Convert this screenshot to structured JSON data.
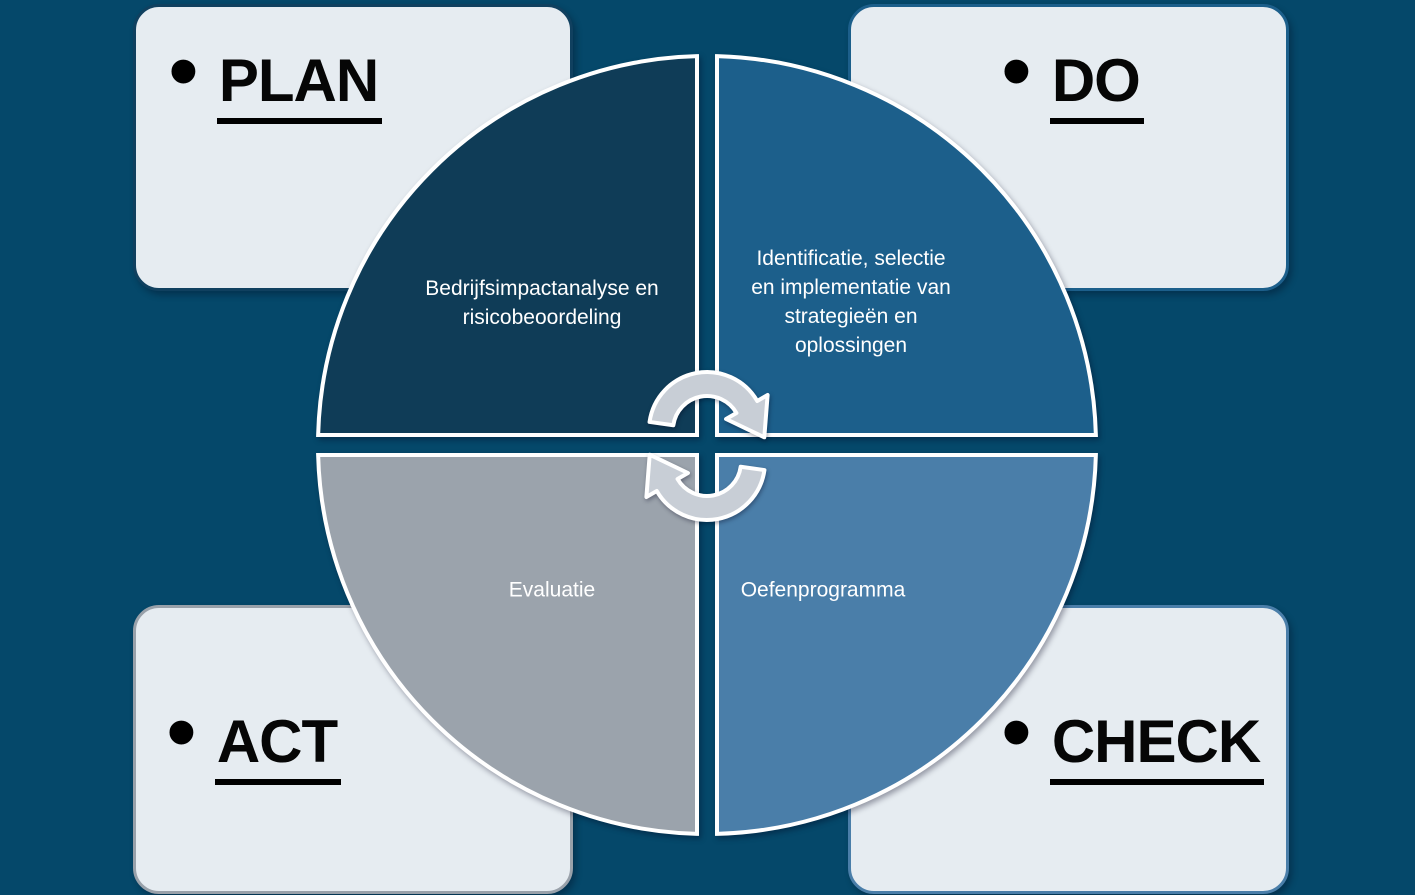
{
  "colors": {
    "background": "#05486A",
    "card_fill": "#E6ECF1",
    "card_text": "#000000",
    "quadrant_outline": "#FFFFFF",
    "quadrant_text": "#FFFFFF",
    "arrow_fill": "#C8CED6",
    "arrow_outline": "#FFFFFF"
  },
  "corner_cards": {
    "plan": {
      "bullet": "•",
      "label": "PLAN",
      "border_color": "#10405F"
    },
    "do": {
      "bullet": "•",
      "label": "DO",
      "border_color": "#1C5F8B"
    },
    "check": {
      "bullet": "•",
      "label": "CHECK",
      "border_color": "#4A7EA9"
    },
    "act": {
      "bullet": "•",
      "label": "ACT",
      "border_color": "#99A1AA"
    }
  },
  "cycle": {
    "arrows": {
      "direction": "clockwise",
      "fill": "#C8CED6"
    },
    "quadrants": {
      "top_left": {
        "label": "Bedrijfsimpactanalyse en risicobeoordeling",
        "color": "#0F3C57"
      },
      "top_right": {
        "label": "Identificatie, selectie en implementatie van strategieën en oplossingen",
        "color": "#1C5F8B"
      },
      "bottom_right": {
        "label": "Oefenprogramma",
        "color": "#4A7EA9"
      },
      "bottom_left": {
        "label": "Evaluatie",
        "color": "#9BA3AC"
      }
    }
  }
}
